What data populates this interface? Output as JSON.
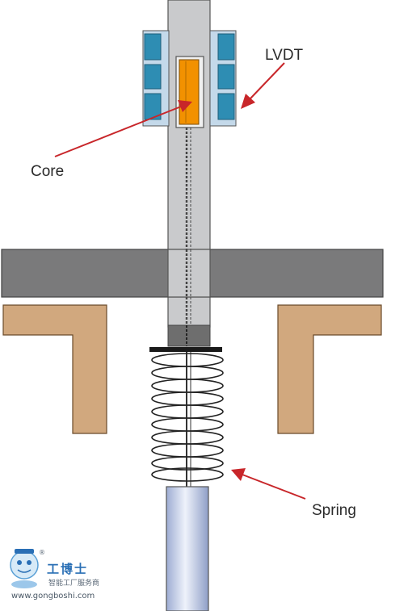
{
  "labels": {
    "lvdt": "LVDT",
    "core": "Core",
    "spring": "Spring"
  },
  "watermark": {
    "brand": "工博士",
    "tagline": "智能工厂服务商",
    "url": "www.gongboshi.com",
    "registered": "®"
  },
  "colors": {
    "plate": "#7a7a7b",
    "bracket": "#d1a87e",
    "shaft": "#c9cacc",
    "coil_blue": "#2e8db3",
    "coil_frame": "#c4d9ea",
    "core": "#f29100",
    "arrow": "#c8262a",
    "rod": "#b8c6e4"
  }
}
